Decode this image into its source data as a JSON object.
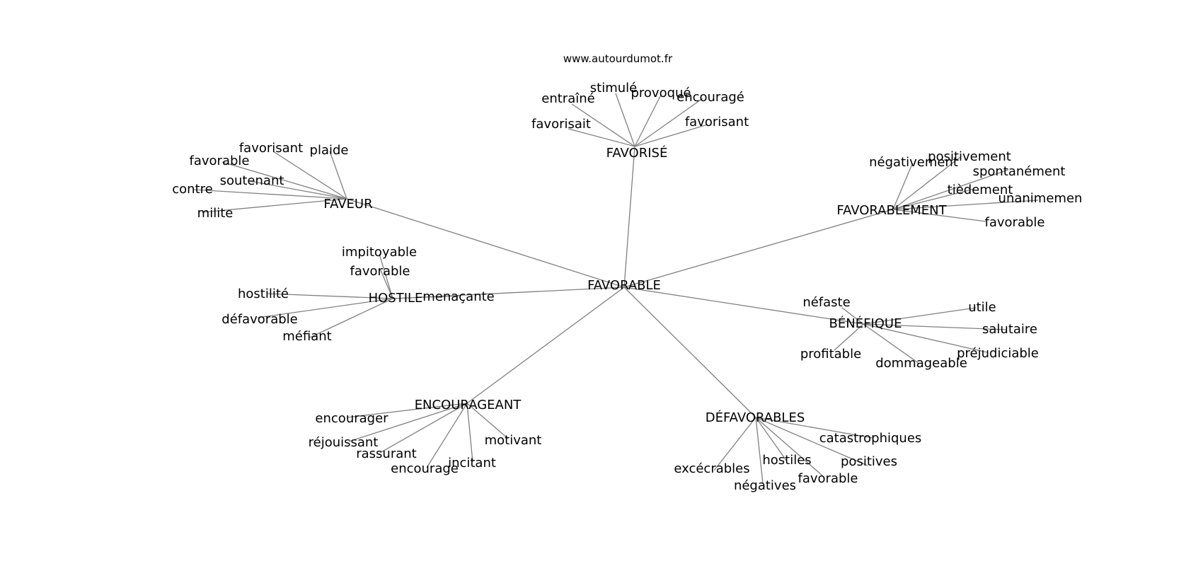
{
  "source": "www.autourdumot.fr",
  "center": "FAVORABLE",
  "clusters": [
    {
      "word": "FAVORISÉ",
      "leaves": [
        "stimulé",
        "entraîné",
        "provoqué",
        "encouragé",
        "favorisait",
        "favorisant"
      ]
    },
    {
      "word": "FAVEUR",
      "leaves": [
        "favorisant",
        "plaide",
        "favorable",
        "soutenant",
        "contre",
        "milite"
      ]
    },
    {
      "word": "FAVORABLEMENT",
      "leaves": [
        "négativement",
        "positivement",
        "spontanément",
        "tièdement",
        "unanimemen",
        "favorable"
      ]
    },
    {
      "word": "HOSTILE",
      "leaves": [
        "impitoyable",
        "favorable",
        "hostilité",
        "menaçante",
        "défavorable",
        "méfiant"
      ]
    },
    {
      "word": "BÉNÉFIQUE",
      "leaves": [
        "néfaste",
        "utile",
        "salutaire",
        "profitable",
        "préjudiciable",
        "dommageable"
      ]
    },
    {
      "word": "ENCOURAGEANT",
      "leaves": [
        "encourager",
        "réjouissant",
        "motivant",
        "rassurant",
        "incitant",
        "encourage"
      ]
    },
    {
      "word": "DÉFAVORABLES",
      "leaves": [
        "catastrophiques",
        "hostiles",
        "positives",
        "excécrables",
        "favorable",
        "négatives"
      ]
    }
  ]
}
